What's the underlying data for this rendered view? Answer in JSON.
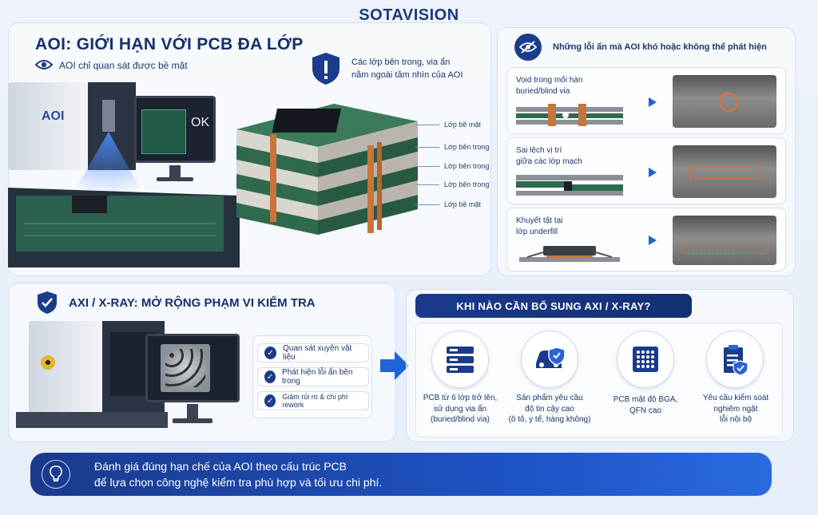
{
  "brand": "SOTAVISION",
  "aoi": {
    "title": "AOI: GIỚI HẠN VỚI PCB ĐA LỚP",
    "surface_note": "AOI chỉ quan sát được bề mặt",
    "machine_label": "AOI",
    "monitor_ok": "OK",
    "hidden_note_line1": "Các lớp bên trong, via ẩn",
    "hidden_note_line2": "nằm ngoài tầm nhìn của AOI",
    "layers": [
      "Lớp bề mặt",
      "Lớp bên trong",
      "Lớp bên trong",
      "Lớp bên trong",
      "Lớp bề mặt"
    ]
  },
  "defects": {
    "title": "Những lỗi ẩn mà AOI khó hoặc không thể phát hiện",
    "items": [
      {
        "line1": "Void trong mối hàn",
        "line2": "buried/blind via"
      },
      {
        "line1": "Sai lệch vị trí",
        "line2": "giữa các lớp mạch"
      },
      {
        "line1": "Khuyết tật tại",
        "line2": "lớp underfill"
      }
    ]
  },
  "axi": {
    "title": "AXI / X-RAY: MỞ RỘNG PHẠM VI KIỂM TRA",
    "benefits": [
      "Quan sát xuyên vật liệu",
      "Phát hiện lỗi ẩn bên trong",
      "Giảm rủi ro & chi phí rework"
    ]
  },
  "when": {
    "title": "KHI NÀO CẦN BỔ SUNG AXI / X-RAY?",
    "items": [
      {
        "icon": "server-stack-icon",
        "lines": [
          "PCB từ 6 lớp trở lên,",
          "sử dụng via ẩn",
          "(buried/blind via)"
        ]
      },
      {
        "icon": "car-shield-icon",
        "lines": [
          "Sản phẩm yêu cầu",
          "độ tin cậy cao",
          "(ô tô, y tế, hàng không)"
        ]
      },
      {
        "icon": "bga-chip-icon",
        "lines": [
          "PCB mật độ BGA,",
          "QFN cao"
        ]
      },
      {
        "icon": "clipboard-check-icon",
        "lines": [
          "Yêu cầu kiểm soát",
          "nghiêm ngặt",
          "lỗi nội bộ"
        ]
      }
    ]
  },
  "footer": {
    "line1": "Đánh giá đúng hạn chế của AOI theo cấu trúc PCB",
    "line2": "để lựa chọn công nghệ kiểm tra phù hợp và tối ưu chi phí."
  },
  "colors": {
    "navy": "#16306a",
    "accent": "#1f63d6",
    "copper": "#c9743a",
    "pcb_green": "#2f6a4e"
  }
}
